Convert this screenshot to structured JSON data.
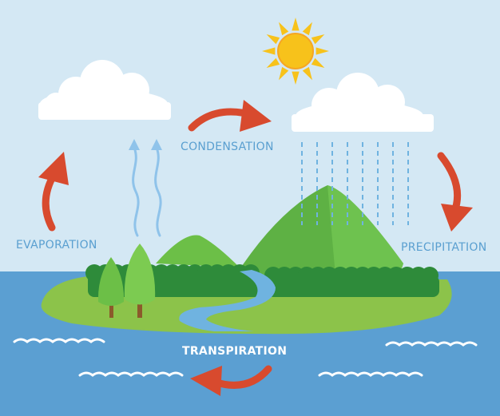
{
  "diagram": {
    "labels": {
      "evaporation": "EVAPORATION",
      "condensation": "CONDENSATION",
      "precipitation": "PRECIPITATION",
      "transpiration": "TRANSPIRATION"
    },
    "colors": {
      "sky": "#d4e8f4",
      "sea": "#5b9fd2",
      "island_light": "#8cc34a",
      "island_dark": "#4caf50",
      "bushes": "#2e8b3a",
      "river": "#6fb3e0",
      "arrow": "#d84a2e",
      "sun": "#f7c21b",
      "cloud": "#ffffff",
      "label_text": "#5a9fd0"
    },
    "icons": [
      "sun-icon",
      "cloud-icon",
      "cycle-arrow-icon",
      "vapor-arrow-icon",
      "rain-icon",
      "wave-icon",
      "tree-icon"
    ]
  }
}
